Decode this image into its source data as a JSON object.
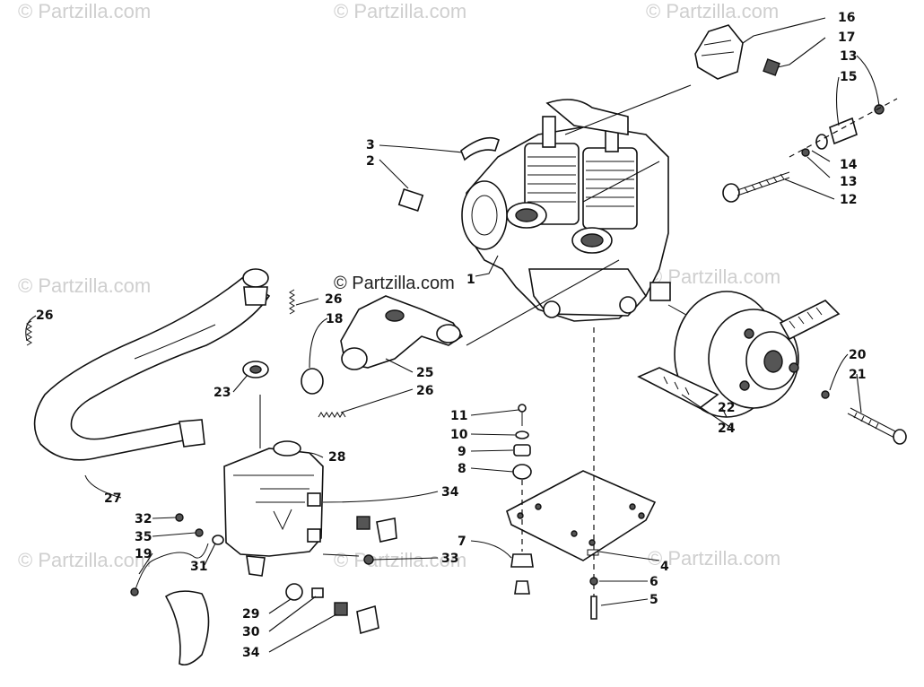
{
  "watermarks": {
    "faint": "© Partzilla.com",
    "center": "© Partzilla.com"
  },
  "callouts": {
    "c1": "1",
    "c2": "2",
    "c3": "3",
    "c4": "4",
    "c5": "5",
    "c6": "6",
    "c7": "7",
    "c8": "8",
    "c9": "9",
    "c10": "10",
    "c11": "11",
    "c12": "12",
    "c13a": "13",
    "c13b": "13",
    "c14": "14",
    "c15": "15",
    "c16": "16",
    "c17": "17",
    "c18": "18",
    "c19": "19",
    "c20": "20",
    "c21": "21",
    "c22": "22",
    "c23": "23",
    "c24": "24",
    "c25": "25",
    "c26a": "26",
    "c26b": "26",
    "c26c": "26",
    "c27": "27",
    "c28": "28",
    "c29": "29",
    "c30": "30",
    "c31": "31",
    "c32": "32",
    "c33": "33",
    "c34a": "34",
    "c34b": "34",
    "c35": "35"
  }
}
